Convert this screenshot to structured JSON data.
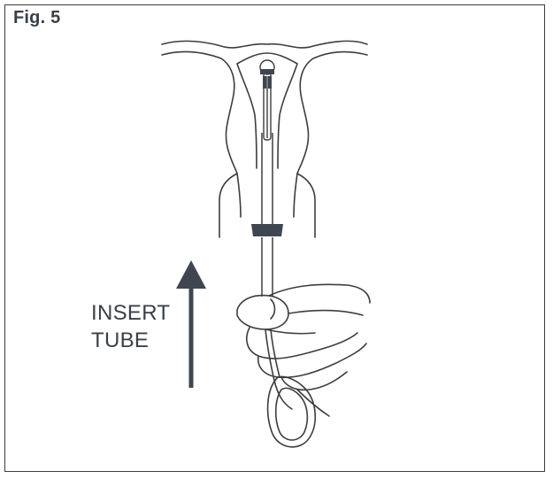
{
  "figure": {
    "label": "Fig. 5",
    "instruction_line_1": "INSERT",
    "instruction_line_2": "TUBE",
    "arrow_direction": "up",
    "colors": {
      "line": "#3d3d3d",
      "text": "#3a4048",
      "fill_dark": "#3f4650",
      "background": "#ffffff"
    }
  }
}
